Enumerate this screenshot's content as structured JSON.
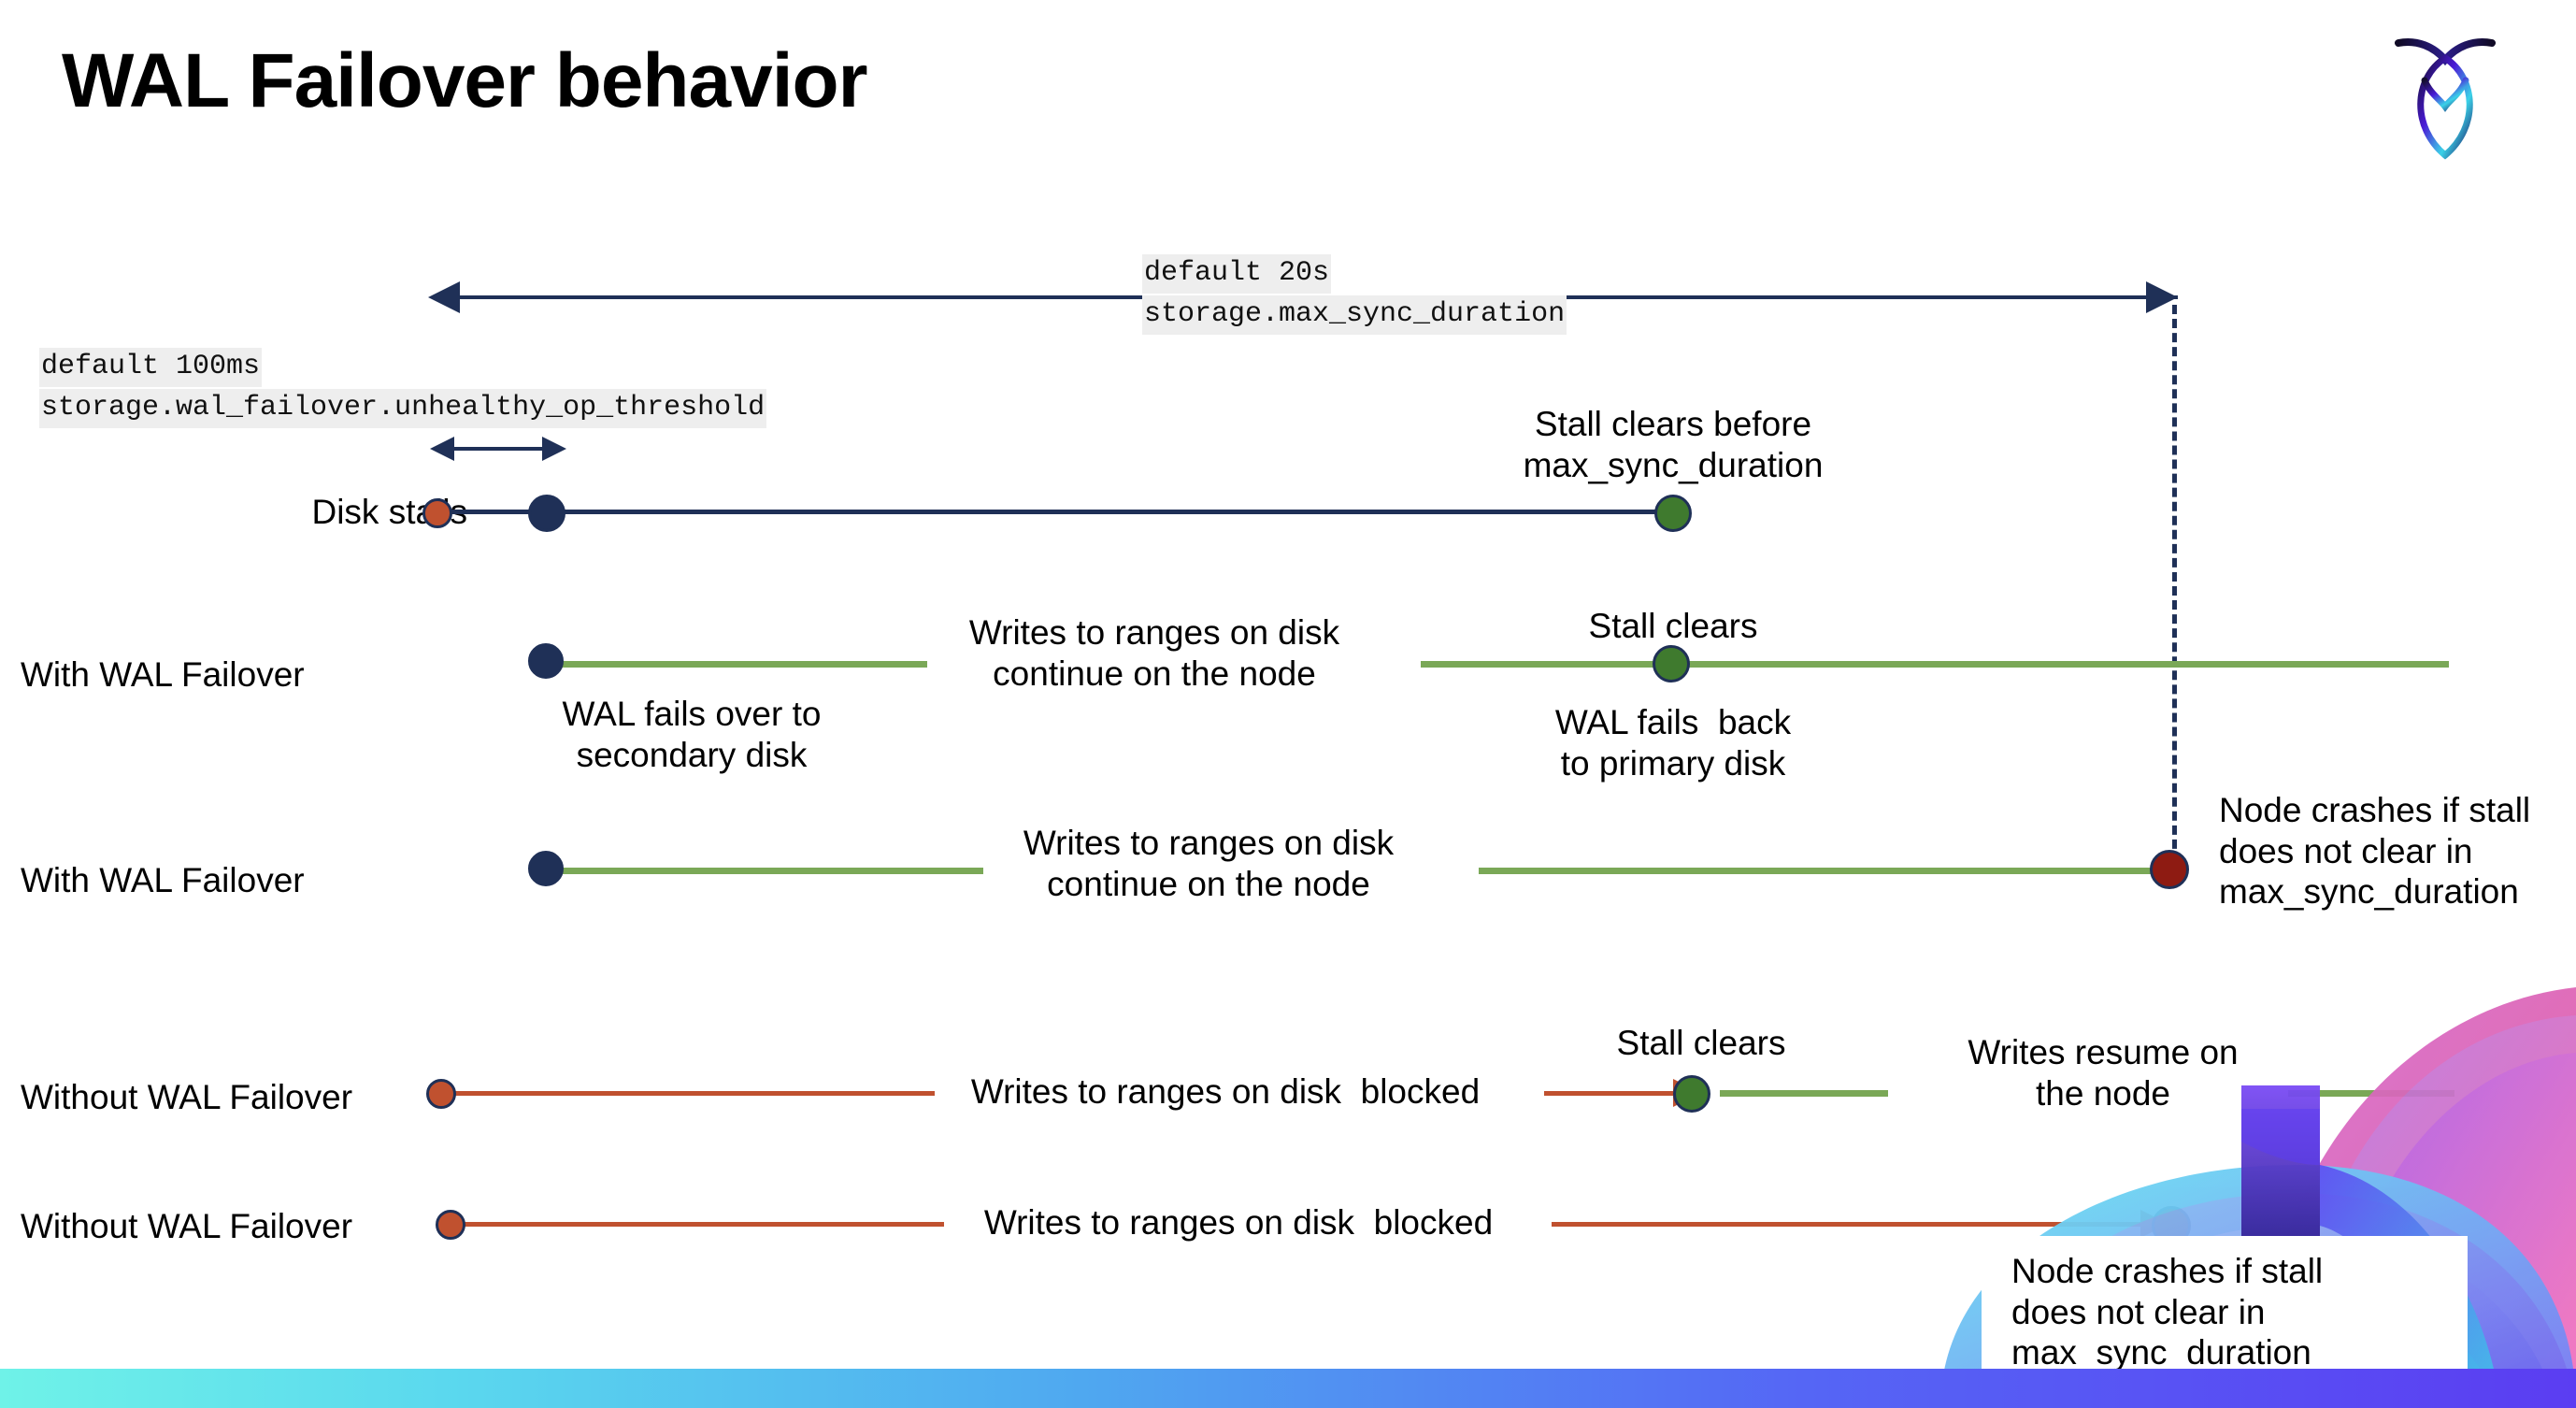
{
  "slide": {
    "title": "WAL Failover behavior",
    "logo_name": "cockroachdb-logo"
  },
  "annotations": {
    "max_sync_default": "default 20s",
    "max_sync_setting": "storage.max_sync_duration",
    "unhealthy_default": "default 100ms",
    "unhealthy_setting": "storage.wal_failover.unhealthy_op_threshold"
  },
  "rows": [
    {
      "id": "disk-stalls",
      "label": "Disk stalls",
      "note_top": "Stall clears before\nmax_sync_duration"
    },
    {
      "id": "with-wal-failover-1",
      "label": "With WAL Failover",
      "note_left": "WAL fails over to\nsecondary disk",
      "note_mid": "Writes to ranges on disk\ncontinue on the node",
      "note_top": "Stall clears",
      "note_right": "WAL fails  back\nto primary disk"
    },
    {
      "id": "with-wal-failover-2",
      "label": "With WAL Failover",
      "note_mid": "Writes to ranges on disk\ncontinue on the node",
      "note_right": "Node crashes if stall\ndoes not clear in\nmax_sync_duration"
    },
    {
      "id": "without-wal-failover-1",
      "label": "Without WAL Failover",
      "note_mid": "Writes to ranges on disk  blocked",
      "note_top": "Stall clears",
      "note_right": "Writes resume on\nthe node"
    },
    {
      "id": "without-wal-failover-2",
      "label": "Without WAL Failover",
      "note_mid": "Writes to ranges on disk  blocked",
      "note_right": "Node crashes if stall\ndoes not clear in\nmax_sync_duration"
    }
  ],
  "colors": {
    "navy": "#1f3057",
    "green_line": "#7aa857",
    "green_dot": "#3f7a2e",
    "orange": "#c0512f",
    "dark_red": "#8e1b12",
    "code_bg": "#eeeeee"
  }
}
